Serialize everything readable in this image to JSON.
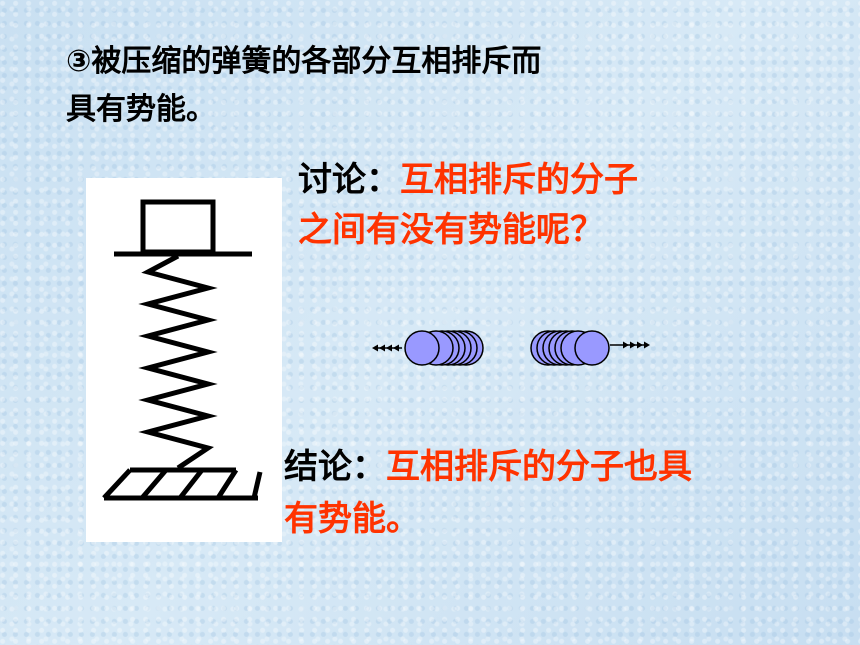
{
  "intro": {
    "line1": "③被压缩的弹簧的各部分互相排斥而",
    "line2": "具有势能。"
  },
  "discussion": {
    "label": "讨论：",
    "line1": "互相排斥的分子",
    "line2": "之间有没有势能呢？"
  },
  "conclusion": {
    "label": "结论：",
    "line1": "互相排斥的分子也具",
    "line2": "有势能。"
  },
  "colors": {
    "accent": "#ff3300",
    "molecule_fill": "#9999ff",
    "background": "#cfe3f3"
  }
}
